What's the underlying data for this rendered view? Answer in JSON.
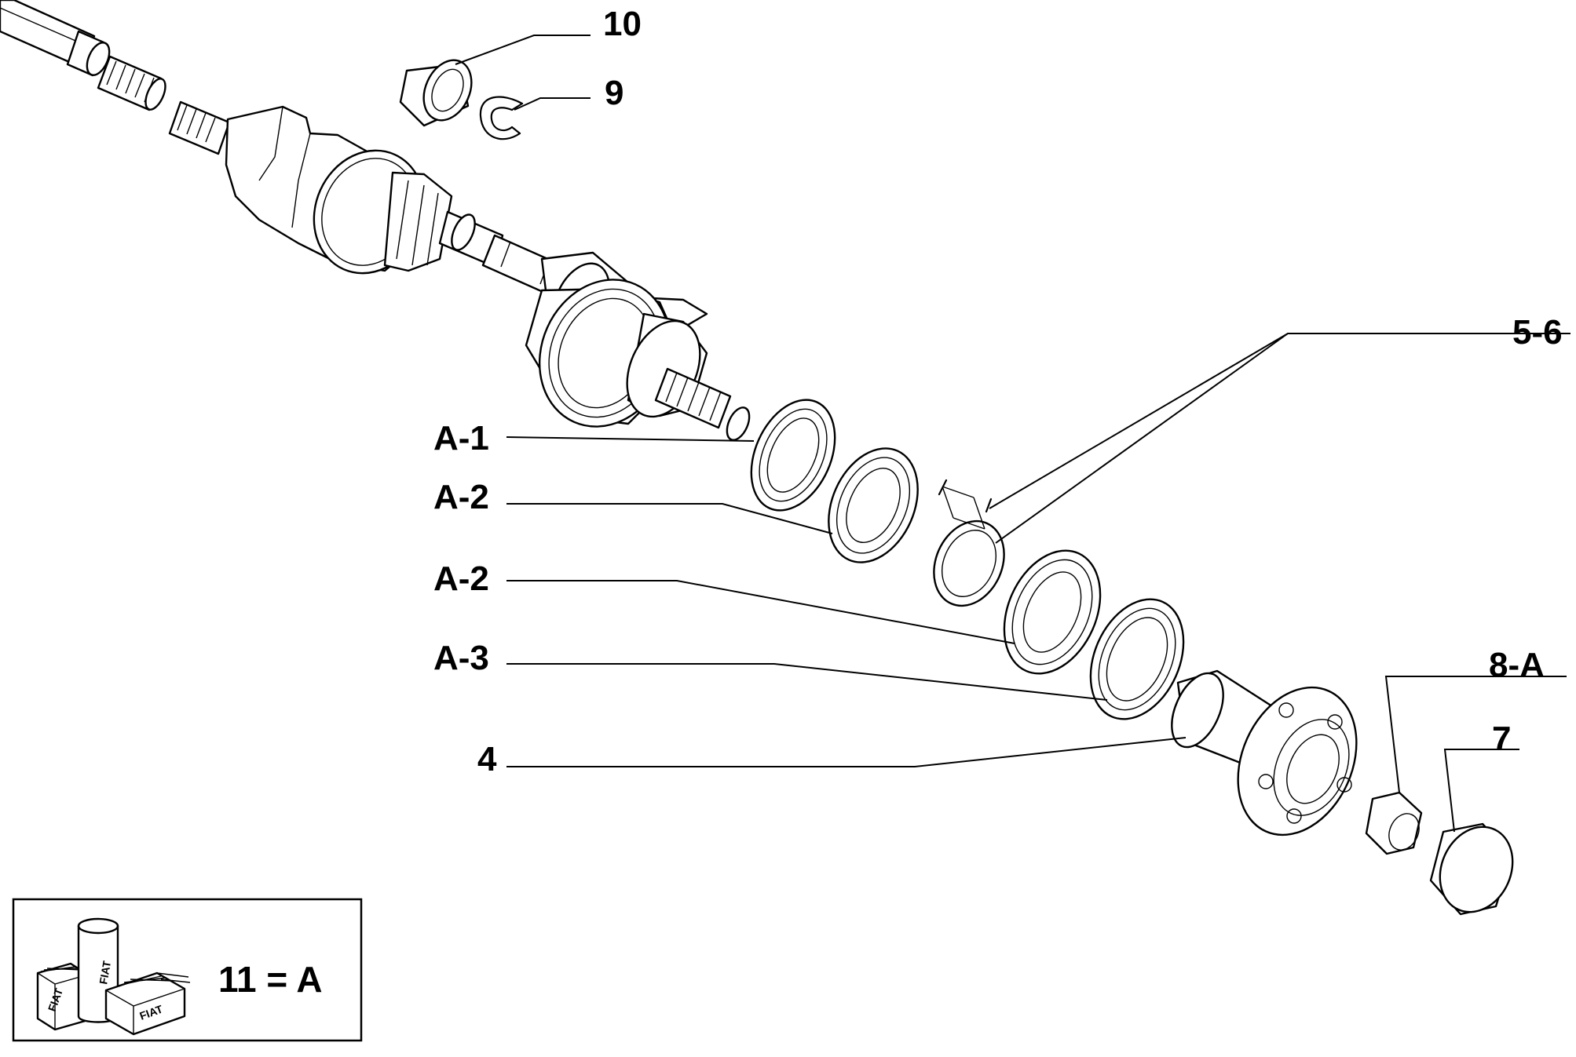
{
  "diagram": {
    "labels": {
      "l10": "10",
      "l9": "9",
      "l56": "5-6",
      "la1": "A-1",
      "la2a": "A-2",
      "la2b": "A-2",
      "la3": "A-3",
      "l4": "4",
      "l8a": "8-A",
      "l7": "7"
    },
    "legend": {
      "text": "11 = A",
      "logo_text": [
        "FIAT",
        "FIAT",
        "FIAT"
      ]
    }
  },
  "colors": {
    "ink": "#000000",
    "paper": "#ffffff"
  }
}
